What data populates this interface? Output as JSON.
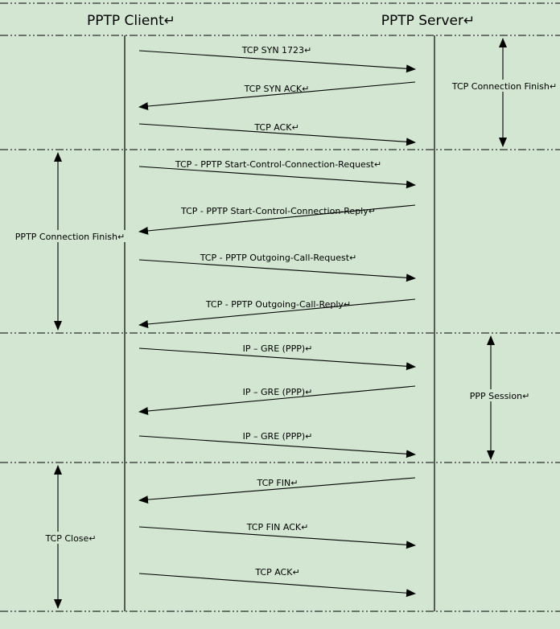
{
  "colors": {
    "background": "#d2e6d2",
    "line": "#000000"
  },
  "header": {
    "client_title": "PPTP Client↵",
    "server_title": "PPTP Server↵"
  },
  "sections": [
    {
      "label": "TCP Connection Finish↵",
      "side": "right"
    },
    {
      "label": "PPTP Connection Finish↵",
      "side": "left"
    },
    {
      "label": "PPP Session↵",
      "side": "right"
    },
    {
      "label": "TCP Close↵",
      "side": "left"
    }
  ],
  "messages": [
    {
      "label": "TCP SYN 1723↵",
      "direction": "right"
    },
    {
      "label": "TCP SYN ACK↵",
      "direction": "left"
    },
    {
      "label": "TCP ACK↵",
      "direction": "right"
    },
    {
      "label": "TCP - PPTP Start-Control-Connection-Request↵",
      "direction": "right"
    },
    {
      "label": "TCP - PPTP Start-Control-Connection-Reply↵",
      "direction": "left"
    },
    {
      "label": "TCP - PPTP Outgoing-Call-Request↵",
      "direction": "right"
    },
    {
      "label": "TCP - PPTP Outgoing-Call-Reply↵",
      "direction": "left"
    },
    {
      "label": "IP – GRE (PPP)↵",
      "direction": "right"
    },
    {
      "label": "IP – GRE (PPP)↵",
      "direction": "left"
    },
    {
      "label": "IP – GRE (PPP)↵",
      "direction": "right"
    },
    {
      "label": "TCP FIN↵",
      "direction": "left"
    },
    {
      "label": "TCP FIN ACK↵",
      "direction": "right"
    },
    {
      "label": "TCP ACK↵",
      "direction": "right"
    }
  ]
}
